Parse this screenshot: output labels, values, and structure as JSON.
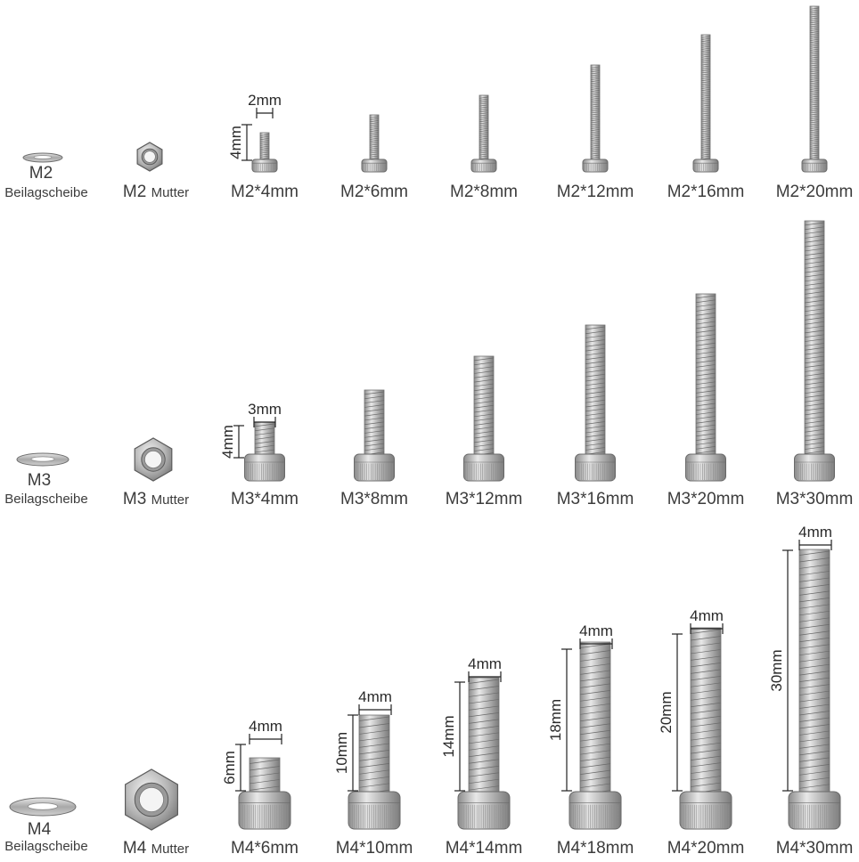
{
  "washer_word": "Beilagscheibe",
  "nut_word": "Mutter",
  "rows": [
    {
      "size": "M2",
      "nut_prefix": "M2",
      "dim_width": "2mm",
      "dim_length": "4mm",
      "bolts": [
        "M2*4mm",
        "M2*6mm",
        "M2*8mm",
        "M2*12mm",
        "M2*16mm",
        "M2*20mm"
      ]
    },
    {
      "size": "M3",
      "nut_prefix": "M3",
      "dim_width": "3mm",
      "dim_length": "4mm",
      "bolts": [
        "M3*4mm",
        "M3*8mm",
        "M3*12mm",
        "M3*16mm",
        "M3*20mm",
        "M3*30mm"
      ]
    },
    {
      "size": "M4",
      "nut_prefix": "M4",
      "bolts": [
        "M4*6mm",
        "M4*10mm",
        "M4*14mm",
        "M4*18mm",
        "M4*20mm",
        "M4*30mm"
      ],
      "dims": [
        {
          "w": "4mm",
          "l": "6mm"
        },
        {
          "w": "4mm",
          "l": "10mm"
        },
        {
          "w": "4mm",
          "l": "14mm"
        },
        {
          "w": "4mm",
          "l": "18mm"
        },
        {
          "w": "4mm",
          "l": "20mm"
        },
        {
          "w": "4mm",
          "l": "30mm"
        }
      ]
    }
  ]
}
